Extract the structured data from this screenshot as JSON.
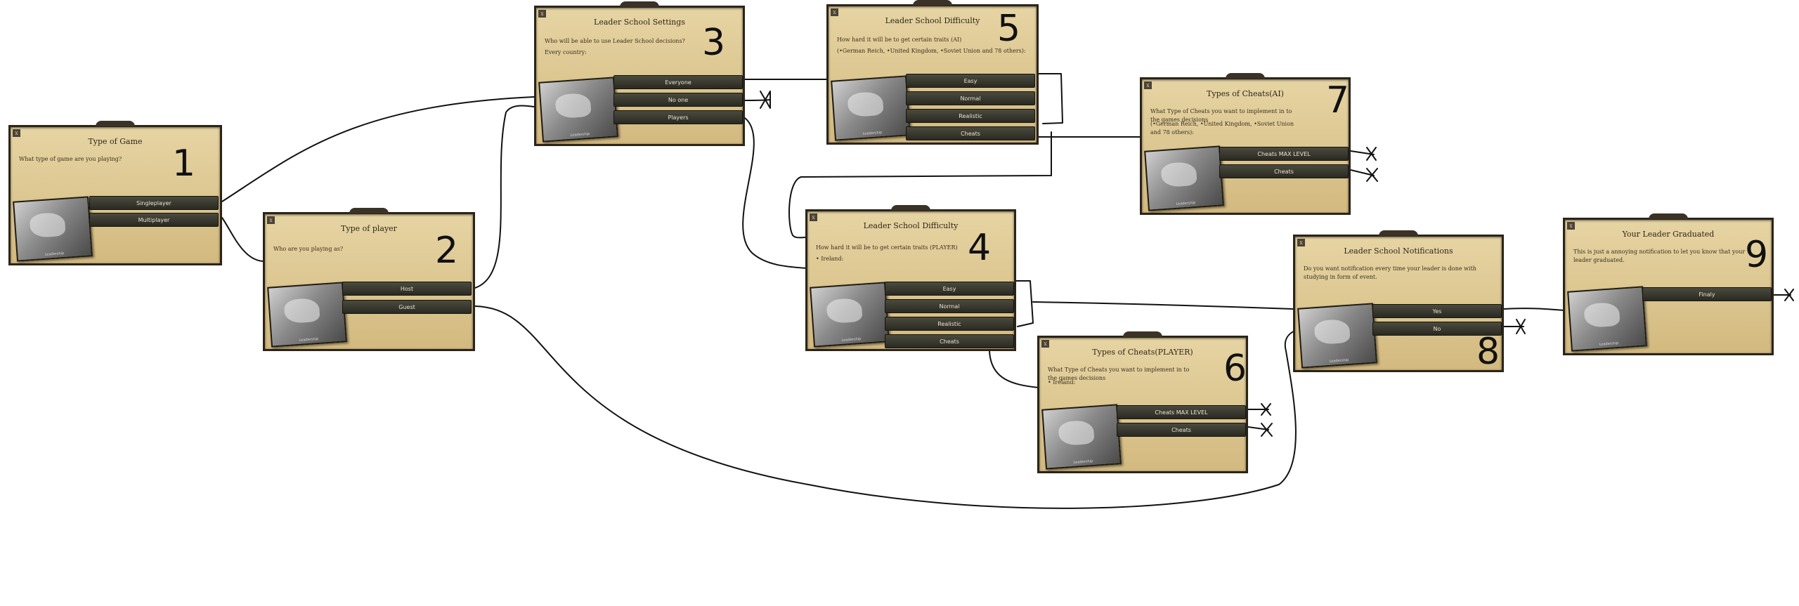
{
  "dialogs": {
    "d1": {
      "number": "1",
      "title": "Type of Game",
      "desc": "What type of game are you playing?",
      "buttons": [
        "Singleplayer",
        "Multiplayer"
      ]
    },
    "d2": {
      "number": "2",
      "title": "Type of player",
      "desc": "Who are you playing as?",
      "buttons": [
        "Host",
        "Guest"
      ]
    },
    "d3": {
      "number": "3",
      "title": "Leader School Settings",
      "desc": "Who will be able to use Leader School decisions?",
      "desc2": "Every country:",
      "buttons": [
        "Everyone",
        "No one",
        "Players"
      ]
    },
    "d4": {
      "number": "4",
      "title": "Leader School Difficulty",
      "desc": "How hard it will be to get certain traits (PLAYER)",
      "desc2": "• Ireland:",
      "buttons": [
        "Easy",
        "Normal",
        "Realistic",
        "Cheats"
      ]
    },
    "d5": {
      "number": "5",
      "title": "Leader School Difficulty",
      "desc": "How hard it will be to get certain traits (AI)",
      "desc2": "(•German Reich, •United Kingdom, •Soviet Union and 78 others):",
      "buttons": [
        "Easy",
        "Normal",
        "Realistic",
        "Cheats"
      ]
    },
    "d6": {
      "number": "6",
      "title": "Types of Cheats(PLAYER)",
      "desc": "What Type of Cheats you want to implement in to the games decisions",
      "desc2": "• Ireland:",
      "buttons": [
        "Cheats MAX LEVEL",
        "Cheats"
      ]
    },
    "d7": {
      "number": "7",
      "title": "Types of Cheats(AI)",
      "desc": "What Type of Cheats you want to implement in to the games decisions",
      "desc2": "(•German Reich, •United Kingdom, •Soviet Union and 78 others):",
      "buttons": [
        "Cheats MAX LEVEL",
        "Cheats"
      ]
    },
    "d8": {
      "number": "8",
      "title": "Leader School Notifications",
      "desc": "Do you want notification every time your leader is done with studying in form of event.",
      "desc2": "",
      "buttons": [
        "Yes",
        "No"
      ]
    },
    "d9": {
      "number": "9",
      "title": "Your Leader Graduated",
      "desc": "This is just a annoying notification to let you know that your leader graduated.",
      "desc2": "",
      "buttons": [
        "Finaly"
      ]
    }
  },
  "image_caption": "Leadership",
  "corner_glyph": "x"
}
